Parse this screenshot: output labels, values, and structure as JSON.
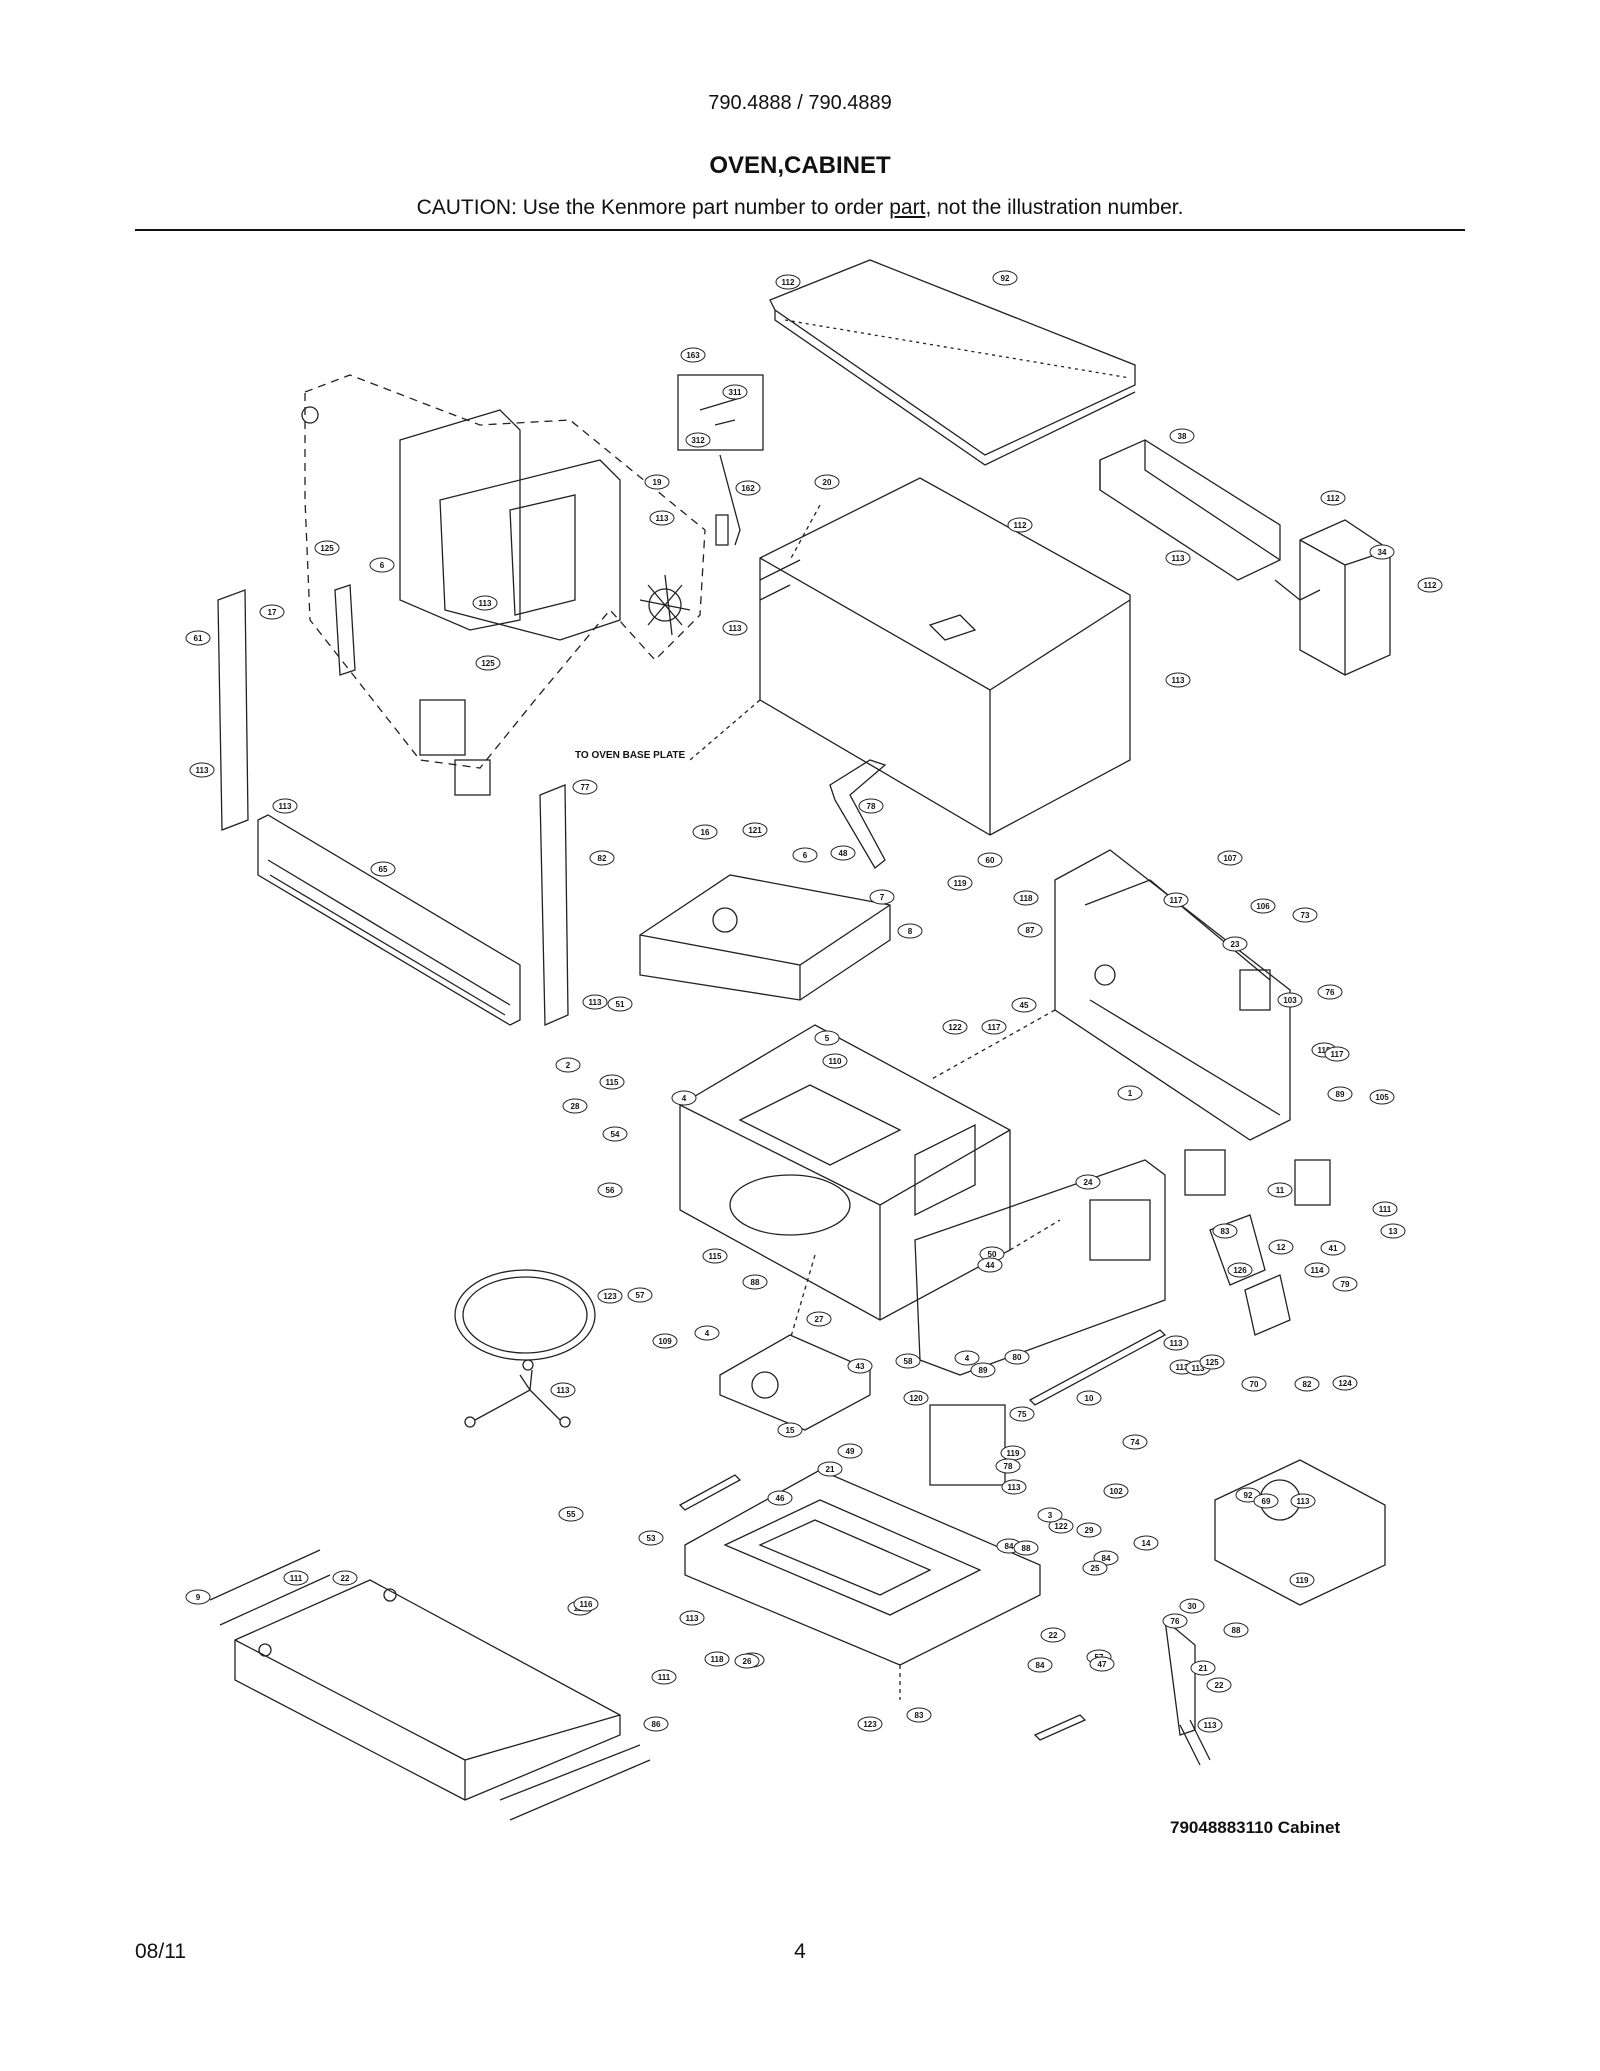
{
  "header": {
    "model": "790.4888 / 790.4889",
    "title": "OVEN,CABINET",
    "caution_prefix": "CAUTION: Use the Kenmore part number to order ",
    "caution_link": "part",
    "caution_suffix": ", not the illustration number."
  },
  "diagram": {
    "callouts": [
      "112",
      "92",
      "163",
      "311",
      "312",
      "113",
      "112",
      "19",
      "162",
      "20",
      "113",
      "38",
      "112",
      "34",
      "112",
      "125",
      "6",
      "113",
      "125",
      "17",
      "61",
      "113",
      "113",
      "113",
      "TO OVEN BASE PLATE",
      "113",
      "77",
      "82",
      "65",
      "113",
      "78",
      "121",
      "16",
      "6",
      "48",
      "60",
      "119",
      "7",
      "118",
      "8",
      "87",
      "107",
      "117",
      "106",
      "73",
      "23",
      "76",
      "118",
      "45",
      "51",
      "5",
      "110",
      "122",
      "117",
      "103",
      "117",
      "89",
      "2",
      "115",
      "4",
      "28",
      "54",
      "1",
      "105",
      "56",
      "24",
      "11",
      "111",
      "13",
      "83",
      "12",
      "41",
      "126",
      "114",
      "79",
      "115",
      "88",
      "50",
      "44",
      "57",
      "123",
      "27",
      "4",
      "4",
      "89",
      "80",
      "113",
      "113",
      "113",
      "125",
      "82",
      "124",
      "70",
      "109",
      "43",
      "58",
      "113",
      "10",
      "120",
      "75",
      "74",
      "14",
      "15",
      "49",
      "119",
      "21",
      "46",
      "78",
      "113",
      "102",
      "92",
      "122",
      "3",
      "84",
      "29",
      "69",
      "55",
      "113",
      "119",
      "53",
      "88",
      "84",
      "25",
      "113",
      "111",
      "22",
      "116",
      "9",
      "113",
      "113",
      "76",
      "30",
      "88",
      "22",
      "57",
      "111",
      "118",
      "26",
      "21",
      "22",
      "84",
      "47",
      "86",
      "123",
      "83",
      "113"
    ],
    "figure_id": "79048883110 Cabinet"
  },
  "footer": {
    "date": "08/11",
    "page": "4"
  }
}
